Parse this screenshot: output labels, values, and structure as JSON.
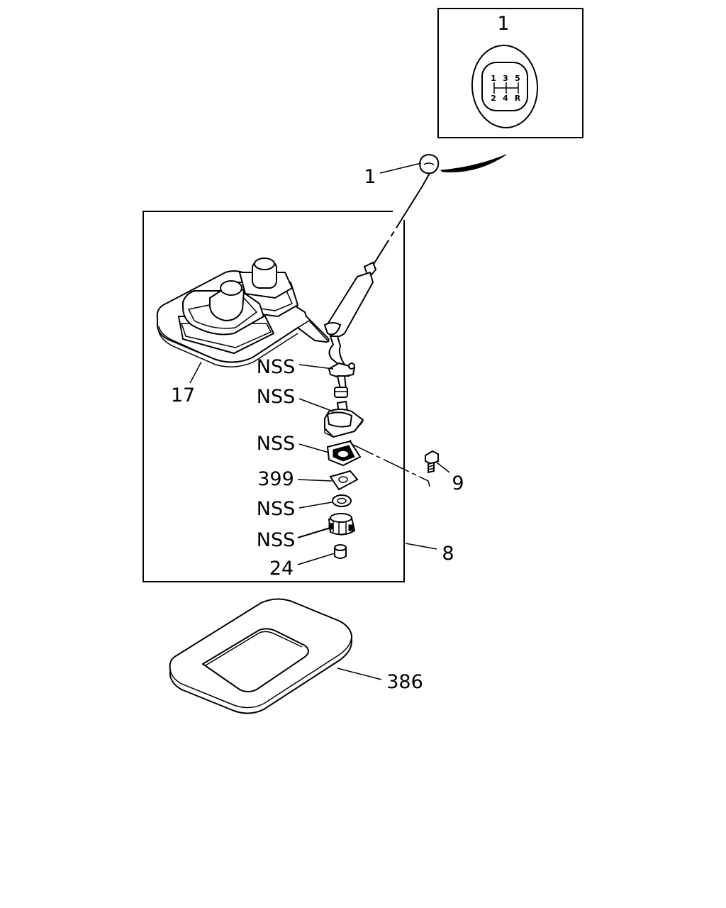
{
  "callouts": {
    "inset_knob": "1",
    "knob": "1",
    "boot": "17",
    "nss_1": "NSS",
    "nss_2": "NSS",
    "nss_3": "NSS",
    "gasket": "399",
    "nss_4": "NSS",
    "nss_5": "NSS",
    "bushing": "24",
    "bolt": "9",
    "lever_assembly": "8",
    "trim_ring": "386"
  },
  "shift_pattern": {
    "top": [
      "1",
      "3",
      "5"
    ],
    "bottom": [
      "2",
      "4",
      "R"
    ]
  }
}
